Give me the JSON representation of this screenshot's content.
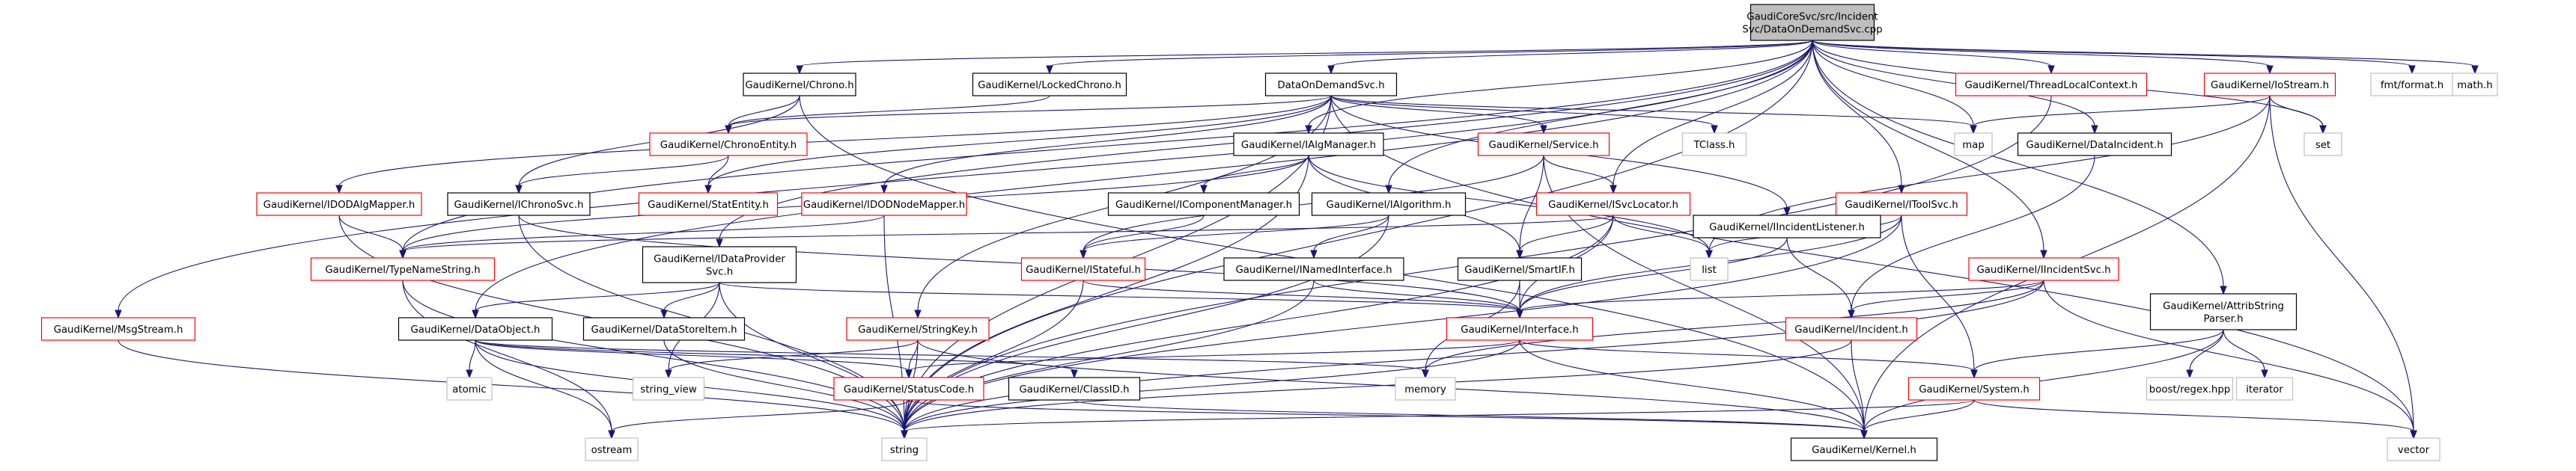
{
  "colors": {
    "edge": "#191970",
    "root_fill": "#bfbfbf",
    "root_border": "#000000",
    "documented_border": "#000000",
    "undocumented_border": "#ff0000",
    "system_border": "#bfbfbf",
    "node_fill": "#ffffff",
    "text": "#000000"
  },
  "nodes": [
    {
      "id": "root",
      "label": [
        "GaudiCoreSvc/src/Incident",
        "Svc/DataOnDemandSvc.cpp"
      ],
      "kind": "root"
    },
    {
      "id": "chrono_h",
      "label": [
        "GaudiKernel/Chrono.h"
      ],
      "kind": "documented"
    },
    {
      "id": "lockedchrono",
      "label": [
        "GaudiKernel/LockedChrono.h"
      ],
      "kind": "documented"
    },
    {
      "id": "dods_h",
      "label": [
        "DataOnDemandSvc.h"
      ],
      "kind": "documented"
    },
    {
      "id": "threadlocal",
      "label": [
        "GaudiKernel/ThreadLocalContext.h"
      ],
      "kind": "undocumented"
    },
    {
      "id": "iostream_h",
      "label": [
        "GaudiKernel/IoStream.h"
      ],
      "kind": "undocumented"
    },
    {
      "id": "fmtformat",
      "label": [
        "fmt/format.h"
      ],
      "kind": "system"
    },
    {
      "id": "math_h",
      "label": [
        "math.h"
      ],
      "kind": "system"
    },
    {
      "id": "chronoentity",
      "label": [
        "GaudiKernel/ChronoEntity.h"
      ],
      "kind": "undocumented"
    },
    {
      "id": "ialgmanager",
      "label": [
        "GaudiKernel/IAlgManager.h"
      ],
      "kind": "documented"
    },
    {
      "id": "service_h",
      "label": [
        "GaudiKernel/Service.h"
      ],
      "kind": "undocumented"
    },
    {
      "id": "tclass",
      "label": [
        "TClass.h"
      ],
      "kind": "system"
    },
    {
      "id": "map",
      "label": [
        "map"
      ],
      "kind": "system"
    },
    {
      "id": "set",
      "label": [
        "set"
      ],
      "kind": "system"
    },
    {
      "id": "datainc",
      "label": [
        "GaudiKernel/DataIncident.h"
      ],
      "kind": "documented"
    },
    {
      "id": "iodoalgmapper",
      "label": [
        "GaudiKernel/IDODAlgMapper.h"
      ],
      "kind": "undocumented"
    },
    {
      "id": "ichronosvc",
      "label": [
        "GaudiKernel/IChronoSvc.h"
      ],
      "kind": "documented"
    },
    {
      "id": "statentity",
      "label": [
        "GaudiKernel/StatEntity.h"
      ],
      "kind": "undocumented"
    },
    {
      "id": "icompmgr",
      "label": [
        "GaudiKernel/IComponentManager.h"
      ],
      "kind": "documented"
    },
    {
      "id": "iodonodemapper",
      "label": [
        "GaudiKernel/IDODNodeMapper.h"
      ],
      "kind": "undocumented"
    },
    {
      "id": "ialgorithm",
      "label": [
        "GaudiKernel/IAlgorithm.h"
      ],
      "kind": "documented"
    },
    {
      "id": "isvclocator",
      "label": [
        "GaudiKernel/ISvcLocator.h"
      ],
      "kind": "undocumented"
    },
    {
      "id": "itoolsvc",
      "label": [
        "GaudiKernel/IToolSvc.h"
      ],
      "kind": "undocumented"
    },
    {
      "id": "iincidentlistener",
      "label": [
        "GaudiKernel/IIncidentListener.h"
      ],
      "kind": "documented"
    },
    {
      "id": "typenamestring",
      "label": [
        "GaudiKernel/TypeNameString.h"
      ],
      "kind": "undocumented"
    },
    {
      "id": "idataprovider",
      "label": [
        "GaudiKernel/IDataProvider",
        "Svc.h"
      ],
      "kind": "documented"
    },
    {
      "id": "istateful",
      "label": [
        "GaudiKernel/IStateful.h"
      ],
      "kind": "undocumented"
    },
    {
      "id": "inamedinterface",
      "label": [
        "GaudiKernel/INamedInterface.h"
      ],
      "kind": "documented"
    },
    {
      "id": "smartif",
      "label": [
        "GaudiKernel/SmartIF.h"
      ],
      "kind": "documented"
    },
    {
      "id": "list",
      "label": [
        "list"
      ],
      "kind": "system"
    },
    {
      "id": "iincidentsvc",
      "label": [
        "GaudiKernel/IIncidentSvc.h"
      ],
      "kind": "undocumented"
    },
    {
      "id": "attribstring",
      "label": [
        "GaudiKernel/AttribString",
        "Parser.h"
      ],
      "kind": "documented"
    },
    {
      "id": "msgstream",
      "label": [
        "GaudiKernel/MsgStream.h"
      ],
      "kind": "undocumented"
    },
    {
      "id": "dataobject",
      "label": [
        "GaudiKernel/DataObject.h"
      ],
      "kind": "documented"
    },
    {
      "id": "datastoreitem",
      "label": [
        "GaudiKernel/DataStoreItem.h"
      ],
      "kind": "documented"
    },
    {
      "id": "stringkey",
      "label": [
        "GaudiKernel/StringKey.h"
      ],
      "kind": "undocumented"
    },
    {
      "id": "interface_h",
      "label": [
        "GaudiKernel/Interface.h"
      ],
      "kind": "undocumented"
    },
    {
      "id": "incident_h",
      "label": [
        "GaudiKernel/Incident.h"
      ],
      "kind": "undocumented"
    },
    {
      "id": "atomic",
      "label": [
        "atomic"
      ],
      "kind": "system"
    },
    {
      "id": "string_view",
      "label": [
        "string_view"
      ],
      "kind": "system"
    },
    {
      "id": "memory",
      "label": [
        "memory"
      ],
      "kind": "system"
    },
    {
      "id": "statuscode",
      "label": [
        "GaudiKernel/StatusCode.h"
      ],
      "kind": "undocumented"
    },
    {
      "id": "classid",
      "label": [
        "GaudiKernel/ClassID.h"
      ],
      "kind": "documented"
    },
    {
      "id": "system_h",
      "label": [
        "GaudiKernel/System.h"
      ],
      "kind": "undocumented"
    },
    {
      "id": "boostregex",
      "label": [
        "boost/regex.hpp"
      ],
      "kind": "system"
    },
    {
      "id": "iterator",
      "label": [
        "iterator"
      ],
      "kind": "system"
    },
    {
      "id": "ostream",
      "label": [
        "ostream"
      ],
      "kind": "system"
    },
    {
      "id": "string",
      "label": [
        "string"
      ],
      "kind": "system"
    },
    {
      "id": "kernel_h",
      "label": [
        "GaudiKernel/Kernel.h"
      ],
      "kind": "documented"
    },
    {
      "id": "vector",
      "label": [
        "vector"
      ],
      "kind": "system"
    }
  ],
  "edges": [
    [
      "root",
      "chrono_h"
    ],
    [
      "root",
      "lockedchrono"
    ],
    [
      "root",
      "dods_h"
    ],
    [
      "root",
      "threadlocal"
    ],
    [
      "root",
      "iostream_h"
    ],
    [
      "root",
      "fmtformat"
    ],
    [
      "root",
      "math_h"
    ],
    [
      "root",
      "map"
    ],
    [
      "root",
      "set"
    ],
    [
      "root",
      "datainc"
    ],
    [
      "root",
      "ialgmanager"
    ],
    [
      "root",
      "ialgorithm"
    ],
    [
      "root",
      "isvclocator"
    ],
    [
      "root",
      "itoolsvc"
    ],
    [
      "root",
      "iincidentsvc"
    ],
    [
      "root",
      "attribstring"
    ],
    [
      "root",
      "msgstream"
    ],
    [
      "root",
      "dataobject"
    ],
    [
      "root",
      "idataprovider"
    ],
    [
      "root",
      "typenamestring"
    ],
    [
      "root",
      "string"
    ],
    [
      "chrono_h",
      "chronoentity"
    ],
    [
      "chrono_h",
      "ichronosvc"
    ],
    [
      "chrono_h",
      "kernel_h"
    ],
    [
      "lockedchrono",
      "chronoentity"
    ],
    [
      "dods_h",
      "chronoentity"
    ],
    [
      "dods_h",
      "service_h"
    ],
    [
      "dods_h",
      "tclass"
    ],
    [
      "dods_h",
      "map"
    ],
    [
      "dods_h",
      "vector"
    ],
    [
      "dods_h",
      "iodoalgmapper"
    ],
    [
      "dods_h",
      "statentity"
    ],
    [
      "dods_h",
      "iodonodemapper"
    ],
    [
      "dods_h",
      "iincidentlistener"
    ],
    [
      "dods_h",
      "stringkey"
    ],
    [
      "dods_h",
      "string"
    ],
    [
      "threadlocal",
      "string"
    ],
    [
      "iostream_h",
      "map"
    ],
    [
      "iostream_h",
      "set"
    ],
    [
      "iostream_h",
      "list"
    ],
    [
      "iostream_h",
      "vector"
    ],
    [
      "iostream_h",
      "kernel_h"
    ],
    [
      "chronoentity",
      "ichronosvc"
    ],
    [
      "chronoentity",
      "statentity"
    ],
    [
      "ialgmanager",
      "icompmgr"
    ],
    [
      "ialgmanager",
      "smartif"
    ],
    [
      "ialgmanager",
      "list"
    ],
    [
      "ialgmanager",
      "string"
    ],
    [
      "ialgmanager",
      "typenamestring"
    ],
    [
      "service_h",
      "isvclocator"
    ],
    [
      "service_h",
      "smartif"
    ],
    [
      "service_h",
      "istateful"
    ],
    [
      "service_h",
      "kernel_h"
    ],
    [
      "datainc",
      "incident_h"
    ],
    [
      "iodoalgmapper",
      "typenamestring"
    ],
    [
      "iodoalgmapper",
      "string"
    ],
    [
      "ichronosvc",
      "interface_h"
    ],
    [
      "ichronosvc",
      "string"
    ],
    [
      "icompmgr",
      "istateful"
    ],
    [
      "iodonodemapper",
      "typenamestring"
    ],
    [
      "iodonodemapper",
      "string"
    ],
    [
      "ialgorithm",
      "istateful"
    ],
    [
      "ialgorithm",
      "inamedinterface"
    ],
    [
      "ialgorithm",
      "string"
    ],
    [
      "isvclocator",
      "typenamestring"
    ],
    [
      "isvclocator",
      "smartif"
    ],
    [
      "isvclocator",
      "list"
    ],
    [
      "isvclocator",
      "interface_h"
    ],
    [
      "isvclocator",
      "string"
    ],
    [
      "itoolsvc",
      "list"
    ],
    [
      "itoolsvc",
      "interface_h"
    ],
    [
      "itoolsvc",
      "system_h"
    ],
    [
      "itoolsvc",
      "string"
    ],
    [
      "iincidentlistener",
      "interface_h"
    ],
    [
      "iincidentlistener",
      "incident_h"
    ],
    [
      "typenamestring",
      "ostream"
    ],
    [
      "typenamestring",
      "string"
    ],
    [
      "idataprovider",
      "dataobject"
    ],
    [
      "idataprovider",
      "datastoreitem"
    ],
    [
      "idataprovider",
      "interface_h"
    ],
    [
      "idataprovider",
      "string"
    ],
    [
      "idataprovider",
      "string_view"
    ],
    [
      "istateful",
      "interface_h"
    ],
    [
      "istateful",
      "string"
    ],
    [
      "inamedinterface",
      "interface_h"
    ],
    [
      "inamedinterface",
      "string"
    ],
    [
      "smartif",
      "interface_h"
    ],
    [
      "smartif",
      "memory"
    ],
    [
      "iincidentsvc",
      "interface_h"
    ],
    [
      "iincidentsvc",
      "incident_h"
    ],
    [
      "iincidentsvc",
      "memory"
    ],
    [
      "iincidentsvc",
      "vector"
    ],
    [
      "iincidentsvc",
      "string"
    ],
    [
      "attribstring",
      "system_h"
    ],
    [
      "attribstring",
      "boostregex"
    ],
    [
      "attribstring",
      "iterator"
    ],
    [
      "attribstring",
      "kernel_h"
    ],
    [
      "msgstream",
      "string"
    ],
    [
      "dataobject",
      "classid"
    ],
    [
      "dataobject",
      "statuscode"
    ],
    [
      "dataobject",
      "atomic"
    ],
    [
      "dataobject",
      "memory"
    ],
    [
      "dataobject",
      "ostream"
    ],
    [
      "dataobject",
      "string"
    ],
    [
      "datastoreitem",
      "string"
    ],
    [
      "stringkey",
      "statuscode"
    ],
    [
      "stringkey",
      "string_view"
    ],
    [
      "stringkey",
      "string"
    ],
    [
      "stringkey",
      "kernel_h"
    ],
    [
      "interface_h",
      "statuscode"
    ],
    [
      "interface_h",
      "system_h"
    ],
    [
      "interface_h",
      "kernel_h"
    ],
    [
      "interface_h",
      "string"
    ],
    [
      "incident_h",
      "string"
    ],
    [
      "incident_h",
      "kernel_h"
    ],
    [
      "statuscode",
      "ostream"
    ],
    [
      "statuscode",
      "string"
    ],
    [
      "statuscode",
      "kernel_h"
    ],
    [
      "classid",
      "kernel_h"
    ],
    [
      "system_h",
      "string"
    ],
    [
      "system_h",
      "vector"
    ],
    [
      "system_h",
      "kernel_h"
    ]
  ]
}
